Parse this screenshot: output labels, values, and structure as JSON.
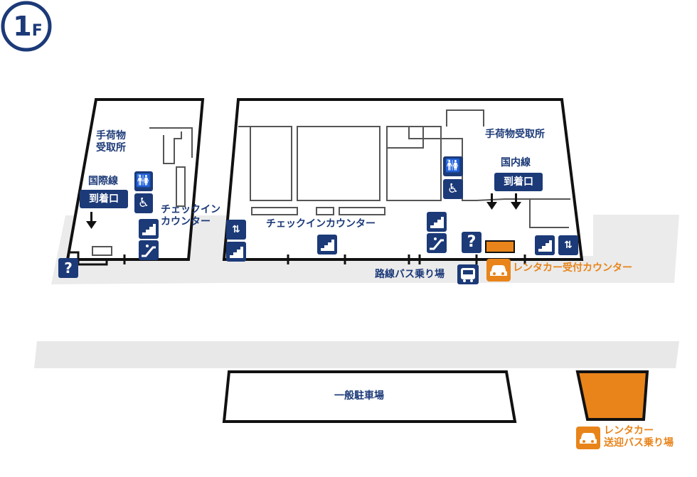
{
  "floor": {
    "number": "1",
    "suffix": "F"
  },
  "labels": {
    "intl_baggage_claim": [
      "手荷物",
      "受取所"
    ],
    "intl_arrival_line": "国際線",
    "intl_arrival_gate": "到着口",
    "checkin_left": [
      "チェックイン",
      "カウンター"
    ],
    "checkin_center": "チェックインカウンター",
    "dom_baggage_claim": "手荷物受取所",
    "dom_arrival_line": "国内線",
    "dom_arrival_gate": "到着口",
    "route_bus_stop": "路線バス乗り場",
    "rental_counter": "レンタカー受付カウンター",
    "parking": "一般駐車場",
    "rental_shuttle": [
      "レンタカー",
      "送迎バス乗り場"
    ]
  },
  "icons": {
    "restroom": "restroom-icon",
    "accessible": "wheelchair-icon",
    "stairs": "stairs-icon",
    "escalator": "escalator-icon",
    "elevator": "elevator-icon",
    "info": "?",
    "bus": "bus-icon",
    "car": "car-icon"
  },
  "colors": {
    "navy": "#1c3a78",
    "orange": "#e8841a",
    "road": "#e8e8e8"
  }
}
